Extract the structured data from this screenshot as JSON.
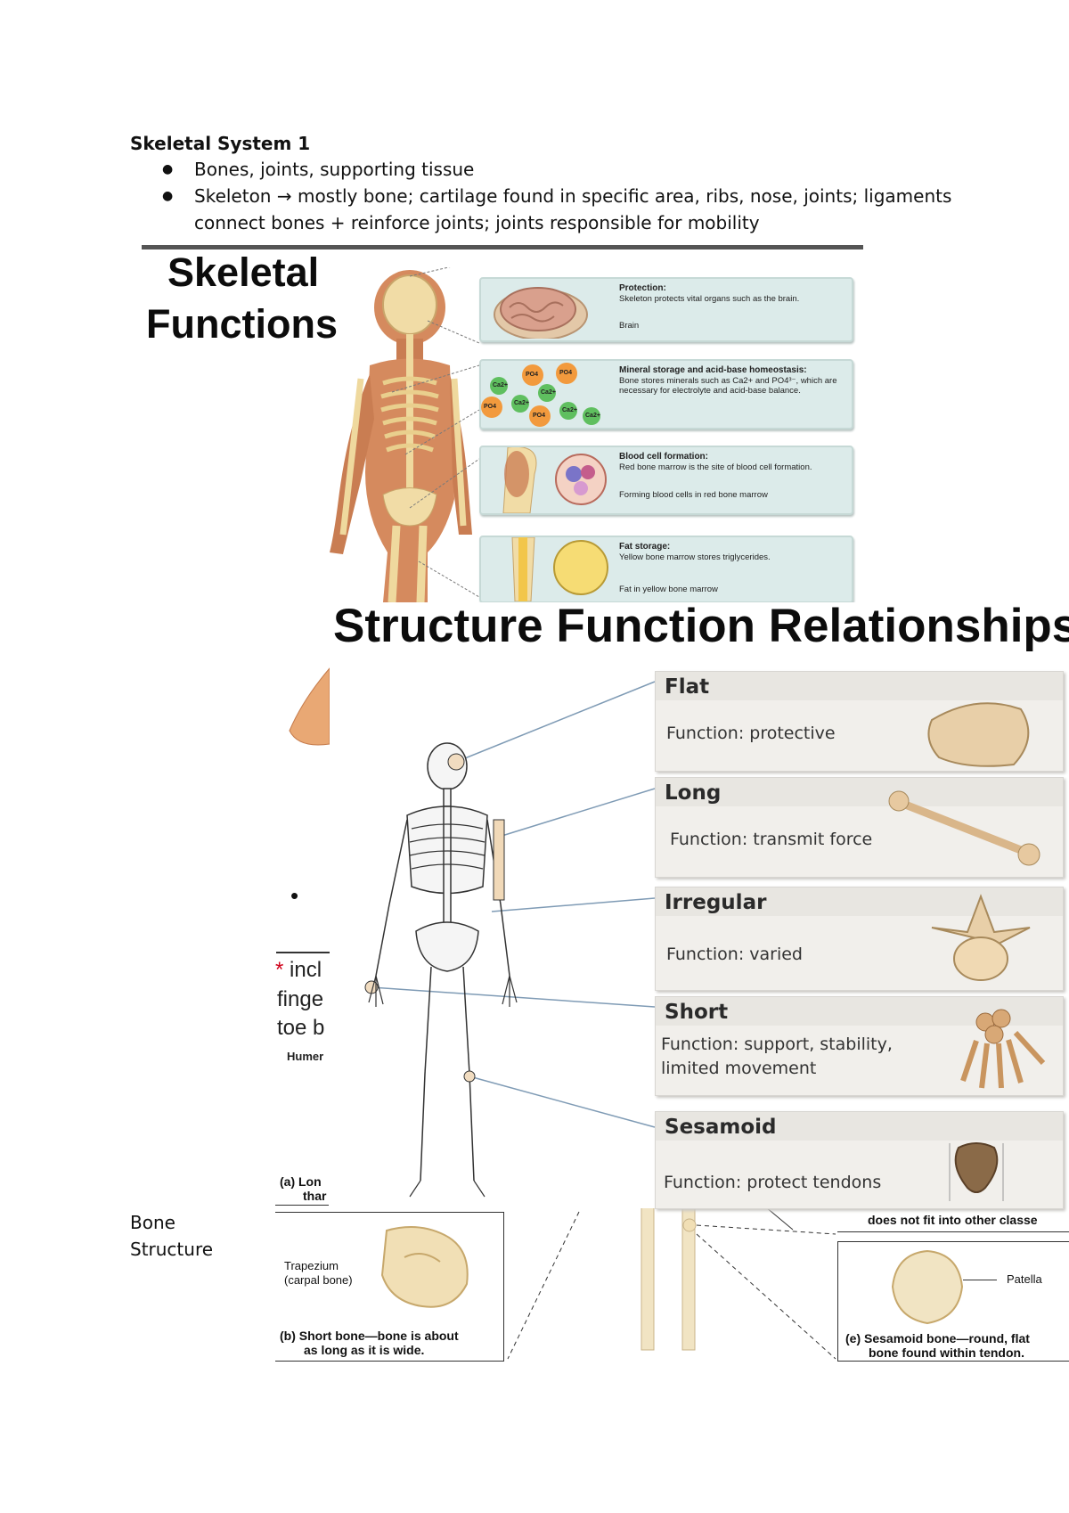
{
  "notes": {
    "heading": "Skeletal System 1",
    "bullets": [
      "Bones, joints, supporting tissue",
      "Skeleton → mostly bone; cartilage found in specific area, ribs, nose, joints; ligaments connect bones + reinforce joints; joints responsible for mobility"
    ],
    "bone_structure_label_1": "Bone",
    "bone_structure_label_2": "Structure"
  },
  "skeletal_functions": {
    "title_line1": "Skeletal",
    "title_line2": "Functions",
    "panels": [
      {
        "head": "Protection:",
        "body": "Skeleton protects vital organs such as the brain.",
        "callout": "Brain"
      },
      {
        "head": "Mineral storage and acid-base homeostasis:",
        "body": "Bone stores minerals such as Ca2+ and PO4³⁻, which are necessary for electrolyte and acid-base balance.",
        "callout": ""
      },
      {
        "head": "Blood cell formation:",
        "body": "Red bone marrow is the site of blood cell formation.",
        "callout": "Forming blood cells in red bone marrow"
      },
      {
        "head": "Fat storage:",
        "body": "Yellow bone marrow stores triglycerides.",
        "callout": "Fat in yellow bone marrow"
      }
    ],
    "ions": [
      "PO4",
      "PO4",
      "Ca2+",
      "Ca2+",
      "PO4",
      "Ca2+",
      "PO4",
      "Ca2+",
      "Ca2+"
    ]
  },
  "structure_function": {
    "title": "Structure Function Relationships",
    "bones": [
      {
        "name": "Flat",
        "function": "Function: protective"
      },
      {
        "name": "Long",
        "function": "Function: transmit force"
      },
      {
        "name": "Irregular",
        "function": "Function: varied"
      },
      {
        "name": "Short",
        "function": "Function: support, stability, limited movement"
      },
      {
        "name": "Sesamoid",
        "function": "Function: protect tendons"
      }
    ]
  },
  "partial_text": {
    "incl": "incl",
    "finger": "finge",
    "toe": "toe b",
    "humer": "Humer",
    "cap_a_1": "(a) Lon",
    "cap_a_2": "thar",
    "irregular_cap": "does not fit into other classe",
    "trapezium_1": "Trapezium",
    "trapezium_2": "(carpal bone)",
    "short_cap_1": "(b) Short bone—bone is about",
    "short_cap_2": "as long as it is wide.",
    "patella": "Patella",
    "sesamoid_cap_1": "(e) Sesamoid bone—round, flat",
    "sesamoid_cap_2": "bone found within tendon."
  },
  "colors": {
    "panel_bg": "#dcebea",
    "card_bg": "#f1efeb",
    "skin": "#d58a5e",
    "bone": "#f1dca6",
    "line": "#7f9bb5"
  }
}
